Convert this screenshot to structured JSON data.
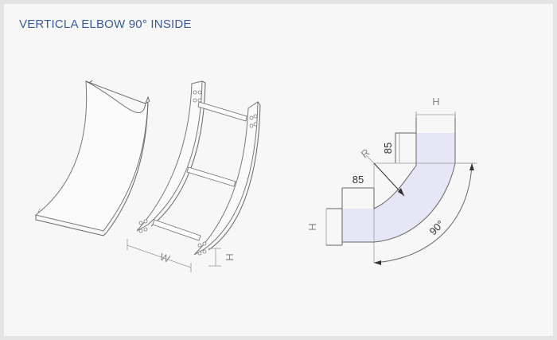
{
  "title": "VERTICLA ELBOW 90° INSIDE",
  "colors": {
    "title": "#3a5a9a",
    "fill": "#e6e6f6",
    "line": "#666666",
    "background": "#f7f7f7"
  },
  "perspective_labels": {
    "width": "W",
    "height": "H"
  },
  "drawing_labels": {
    "height_top": "H",
    "offset_top": "85",
    "radius": "R",
    "offset_left": "85",
    "height_left": "H",
    "angle": "90°"
  }
}
